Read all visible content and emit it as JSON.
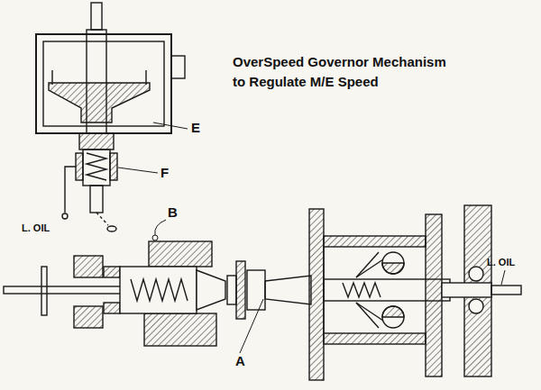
{
  "diagram": {
    "title": "OverSpeed Governor Mechanism to Regulate M/E Speed",
    "labels": [
      "E",
      "F",
      "B",
      "A",
      "L. OIL",
      "L. OIL"
    ]
  }
}
